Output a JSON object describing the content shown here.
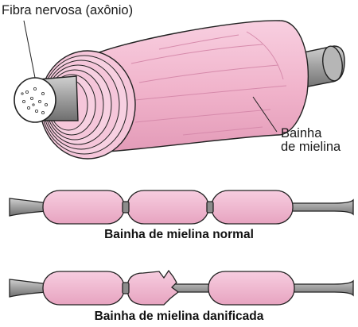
{
  "labels": {
    "axon": "Fibra nervosa (axônio)",
    "sheath_line1": "Bainha",
    "sheath_line2": "de mielina"
  },
  "captions": {
    "normal": "Bainha de mielina normal",
    "damaged": "Bainha de mielina danificada"
  },
  "colors": {
    "myelin": "#f2b8cf",
    "myelin_dark": "#d98fae",
    "axon": "#9a9a9a",
    "axon_light": "#c8c8c8",
    "outline": "#222222",
    "text": "#1a1a1a"
  },
  "icons": [
    "myelinated-nerve-fiber",
    "axon-cross-section",
    "myelin-sheath-segments"
  ]
}
